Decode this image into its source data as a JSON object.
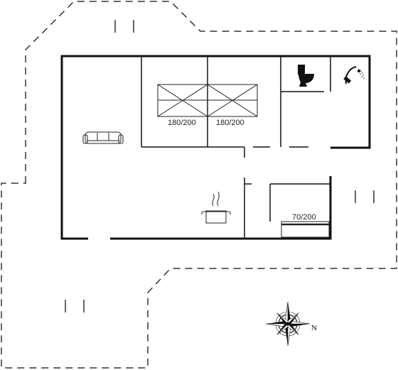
{
  "floorplan": {
    "bed_labels": [
      "180/200",
      "180/200",
      "70/200"
    ],
    "compass": {
      "direction": "N"
    },
    "icons": [
      "sofa-icon",
      "cooking-pot-icon",
      "toilet-icon",
      "shower-icon",
      "double-bed-icon",
      "single-bed-icon",
      "compass-rose-icon"
    ]
  }
}
